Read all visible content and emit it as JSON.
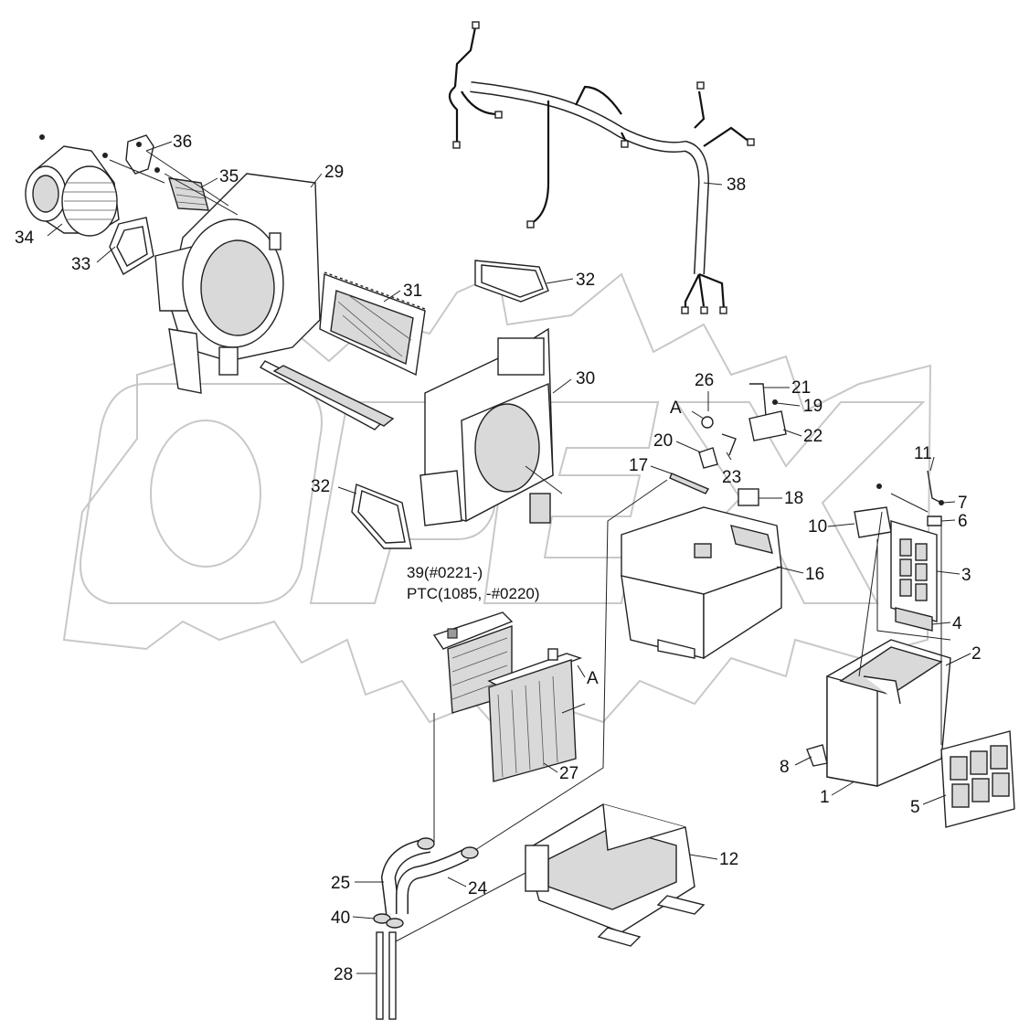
{
  "watermark": {
    "text": "OPEX",
    "color": "#c8c8c8"
  },
  "callouts": {
    "p1": "1",
    "p2": "2",
    "p3": "3",
    "p4": "4",
    "p5": "5",
    "p6": "6",
    "p7": "7",
    "p8": "8",
    "p10": "10",
    "p11": "11",
    "p12": "12",
    "p16": "16",
    "p17": "17",
    "p18": "18",
    "p19": "19",
    "p20": "20",
    "p21": "21",
    "p22": "22",
    "p23": "23",
    "p24": "24",
    "p25": "25",
    "p26": "26",
    "p27": "27",
    "p28": "28",
    "p29": "29",
    "p30": "30",
    "p31": "31",
    "p32a": "32",
    "p32b": "32",
    "p33": "33",
    "p34": "34",
    "p35": "35",
    "p36": "36",
    "p38": "38",
    "p40": "40",
    "p39_line1": "39(#0221-)",
    "p39_line2": "PTC(1085, -#0220)",
    "refA1": "A",
    "refA2": "A"
  }
}
